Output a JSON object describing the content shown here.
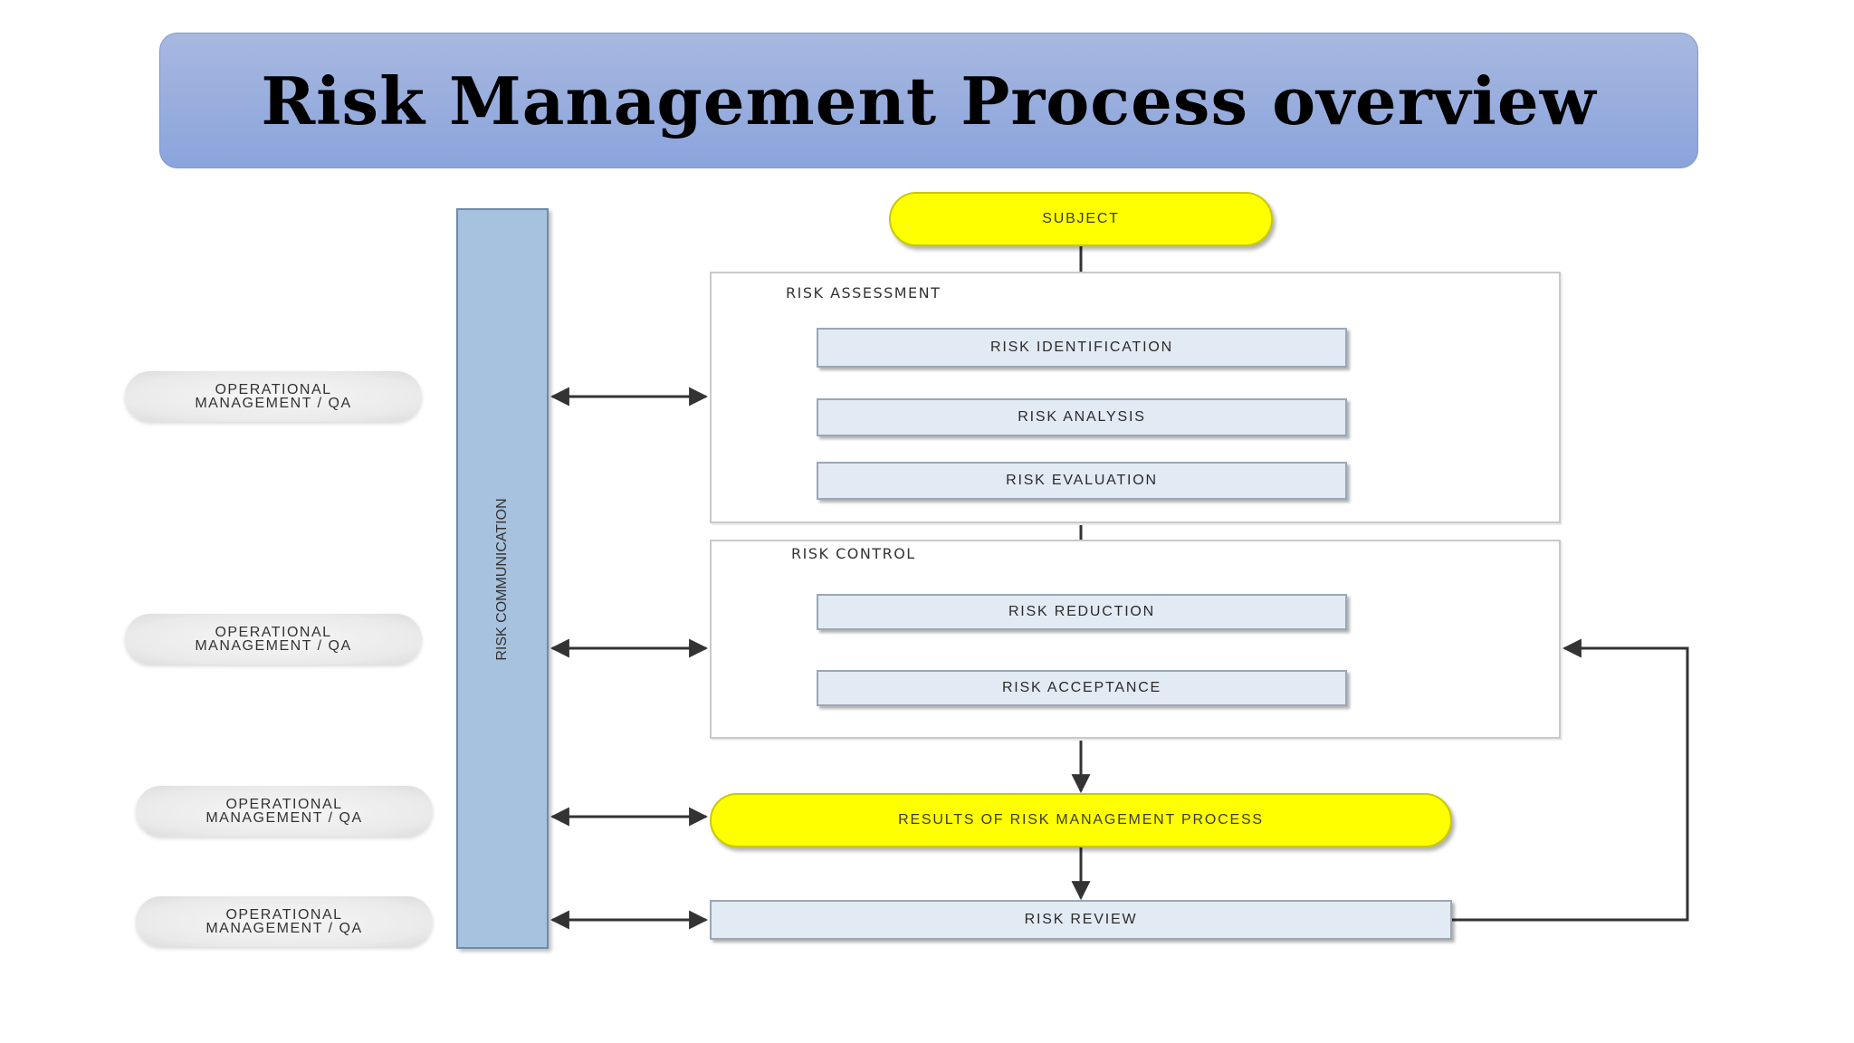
{
  "title": "Risk Management Process overview",
  "diagram": {
    "subject": "SUBJECT",
    "risk_communication": "RISK COMMUNICATION",
    "side_labels": [
      {
        "line1": "OPERATIONAL",
        "line2": "MANAGEMENT / QA"
      },
      {
        "line1": "OPERATIONAL",
        "line2": "MANAGEMENT / QA"
      },
      {
        "line1": "OPERATIONAL",
        "line2": "MANAGEMENT / QA"
      },
      {
        "line1": "OPERATIONAL",
        "line2": "MANAGEMENT / QA"
      }
    ],
    "risk_assessment": {
      "label": "RISK ASSESSMENT",
      "steps": [
        "RISK IDENTIFICATION",
        "RISK ANALYSIS",
        "RISK EVALUATION"
      ]
    },
    "risk_control": {
      "label": "RISK CONTROL",
      "steps": [
        "RISK REDUCTION",
        "RISK ACCEPTANCE"
      ]
    },
    "results": "RESULTS OF RISK MANAGEMENT PROCESS",
    "risk_review": "RISK REVIEW"
  },
  "colors": {
    "banner": "#8aa4dc",
    "terminator": "#ffff00",
    "comm_bar": "#a7c2de",
    "step_box": "#e2eaf3",
    "arrow": "#333333"
  }
}
